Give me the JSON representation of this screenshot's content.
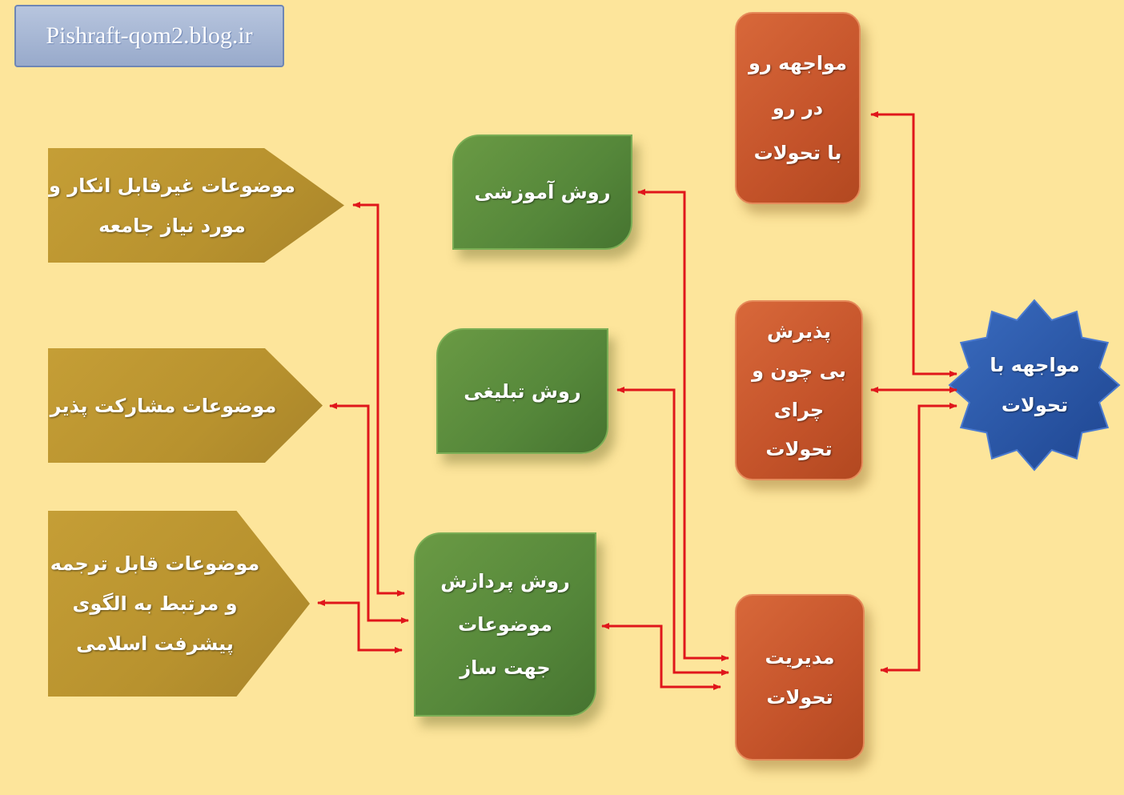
{
  "banner": {
    "text": "Pishraft-qom2.blog.ir"
  },
  "center": {
    "lines": [
      "مواجهه با",
      "تحولات"
    ]
  },
  "orange": [
    {
      "lines": [
        "مواجهه رو",
        "در رو",
        "با تحولات"
      ]
    },
    {
      "lines": [
        "پذیرش",
        "بی چون و",
        "چرای",
        "تحولات"
      ]
    },
    {
      "lines": [
        "مدیریت",
        "تحولات"
      ]
    }
  ],
  "green": [
    {
      "lines": [
        "روش آموزشی"
      ]
    },
    {
      "lines": [
        "روش تبلیغی"
      ]
    },
    {
      "lines": [
        "روش پردازش",
        "موضوعات",
        "جهت ساز"
      ]
    }
  ],
  "gold": [
    {
      "lines": [
        "موضوعات غیرقابل انکار و",
        "مورد نیاز جامعه"
      ]
    },
    {
      "lines": [
        "موضوعات مشارکت پذیر"
      ]
    },
    {
      "lines": [
        "موضوعات قابل ترجمه",
        "و مرتبط به الگوی",
        "پیشرفت اسلامی"
      ]
    }
  ],
  "colors": {
    "background": "#FDE59B",
    "orange": "#C4532A",
    "green": "#55873A",
    "gold": "#B8922E",
    "star": "#2A55A0",
    "arrow": "#E0161B"
  }
}
